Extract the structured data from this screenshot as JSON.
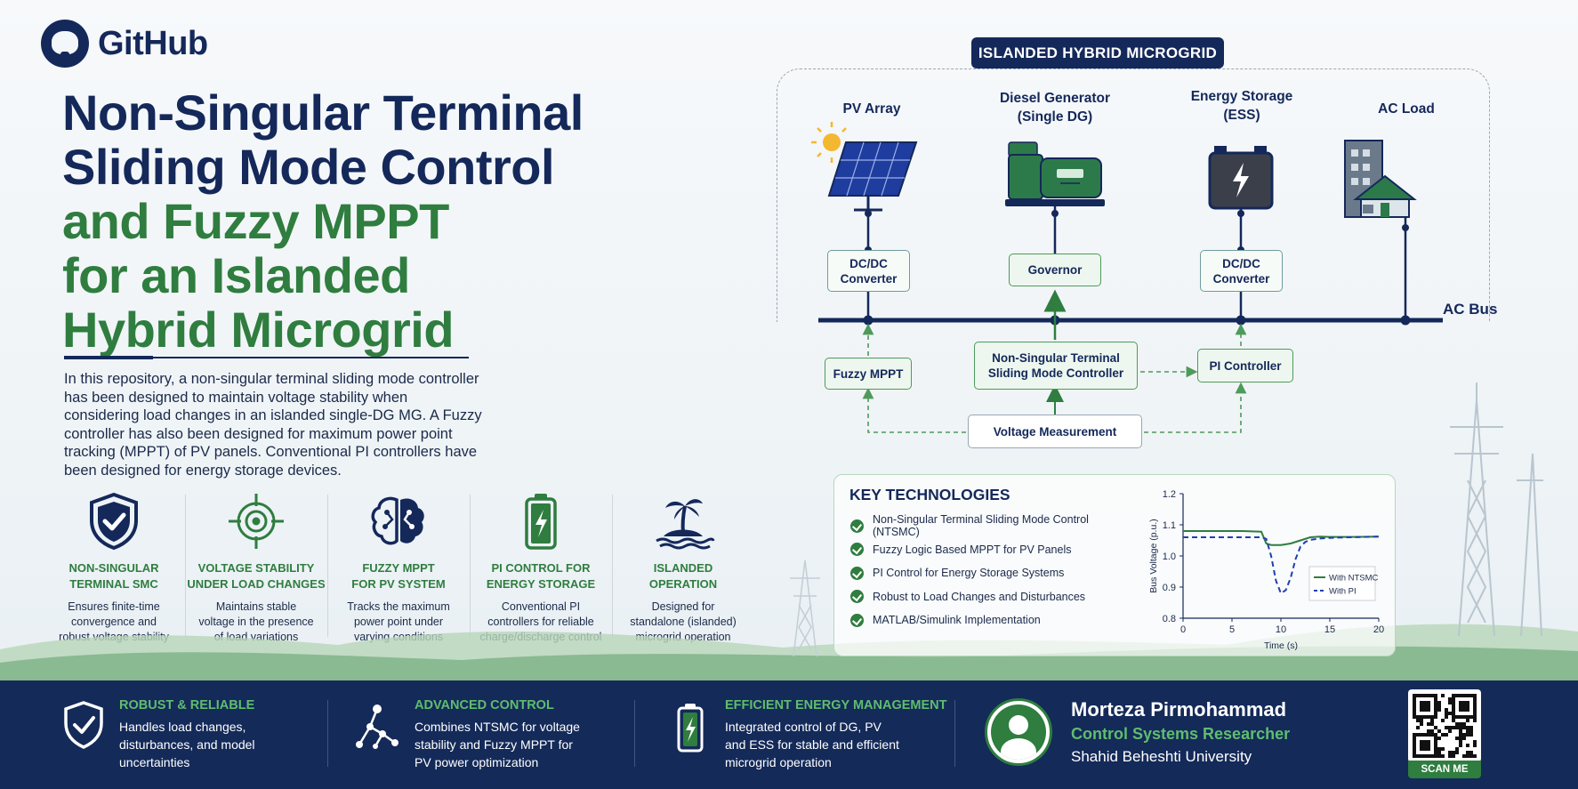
{
  "brand": {
    "name": "GitHub"
  },
  "title": {
    "line1": "Non-Singular Terminal",
    "line2": "Sliding Mode Control",
    "line3": "and Fuzzy MPPT",
    "line4": "for an Islanded",
    "line5": "Hybrid Microgrid"
  },
  "intro": "In this repository, a non-singular terminal sliding mode controller has been designed to maintain voltage stability when considering load changes in an islanded single-DG MG. A Fuzzy controller has also been designed for maximum power point tracking (MPPT) of PV panels. Conventional PI controllers have been designed for energy storage devices.",
  "features": [
    {
      "icon": "shield-check-icon",
      "title1": "NON-SINGULAR",
      "title2": "TERMINAL SMC",
      "desc1": "Ensures finite-time",
      "desc2": "convergence and",
      "desc3": "robust voltage stability"
    },
    {
      "icon": "target-icon",
      "title1": "VOLTAGE STABILITY",
      "title2": "UNDER LOAD CHANGES",
      "desc1": "Maintains stable",
      "desc2": "voltage in the presence",
      "desc3": "of load variations"
    },
    {
      "icon": "brain-icon",
      "title1": "FUZZY MPPT",
      "title2": "FOR PV SYSTEM",
      "desc1": "Tracks the maximum",
      "desc2": "power point under",
      "desc3": "varying conditions"
    },
    {
      "icon": "battery-icon",
      "title1": "PI CONTROL FOR",
      "title2": "ENERGY STORAGE",
      "desc1": "Conventional PI",
      "desc2": "controllers for reliable",
      "desc3": "charge/discharge control"
    },
    {
      "icon": "island-icon",
      "title1": "ISLANDED",
      "title2": "OPERATION",
      "desc1": "Designed for",
      "desc2": "standalone (islanded)",
      "desc3": "microgrid operation"
    }
  ],
  "diagram": {
    "title": "ISLANDED HYBRID MICROGRID",
    "pv_label": "PV Array",
    "dg_label1": "Diesel Generator",
    "dg_label2": "(Single DG)",
    "ess_label1": "Energy Storage",
    "ess_label2": "(ESS)",
    "load_label": "AC Load",
    "dcdc1_line1": "DC/DC",
    "dcdc1_line2": "Converter",
    "governor": "Governor",
    "dcdc2_line1": "DC/DC",
    "dcdc2_line2": "Converter",
    "ac_bus": "AC Bus",
    "fuzzy_mppt": "Fuzzy MPPT",
    "ntsmc_line1": "Non-Singular Terminal",
    "ntsmc_line2": "Sliding Mode Controller",
    "pi_controller": "PI Controller",
    "voltage_measurement": "Voltage Measurement",
    "colors": {
      "navy": "#14285a",
      "green": "#2f7d3f",
      "dash_green": "#4e9a5a"
    }
  },
  "key_technologies": {
    "title": "KEY TECHNOLOGIES",
    "items": [
      "Non-Singular Terminal Sliding Mode Control (NTSMC)",
      "Fuzzy Logic Based MPPT for PV Panels",
      "PI Control for Energy Storage Systems",
      "Robust to Load Changes and Disturbances",
      "MATLAB/Simulink Implementation"
    ]
  },
  "chart_data": {
    "type": "line",
    "title": "",
    "xlabel": "Time (s)",
    "ylabel": "Bus Voltage (p.u.)",
    "xlim": [
      0,
      20
    ],
    "ylim": [
      0.8,
      1.2
    ],
    "xticks": [
      0,
      5,
      10,
      15,
      20
    ],
    "yticks": [
      0.8,
      0.9,
      1.0,
      1.1,
      1.2
    ],
    "legend_position": "bottom-right",
    "series": [
      {
        "name": "With NTSMC",
        "style": "solid",
        "color": "#2f7d3f",
        "x": [
          0,
          2,
          4,
          6,
          8,
          8.5,
          9,
          10,
          11,
          12,
          13,
          14,
          15,
          17,
          20
        ],
        "y": [
          1.08,
          1.08,
          1.08,
          1.08,
          1.078,
          1.04,
          1.035,
          1.035,
          1.04,
          1.05,
          1.06,
          1.062,
          1.061,
          1.061,
          1.062
        ]
      },
      {
        "name": "With PI",
        "style": "dashed",
        "color": "#1f3fae",
        "x": [
          0,
          2,
          4,
          6,
          8,
          8.5,
          9,
          9.5,
          10,
          10.5,
          11,
          11.5,
          12,
          12.5,
          13,
          14,
          15,
          17,
          20
        ],
        "y": [
          1.06,
          1.06,
          1.06,
          1.06,
          1.06,
          1.055,
          1.0,
          0.92,
          0.88,
          0.89,
          0.93,
          0.99,
          1.03,
          1.045,
          1.052,
          1.056,
          1.058,
          1.06,
          1.062
        ]
      }
    ]
  },
  "footer": {
    "robust_title": "ROBUST & RELIABLE",
    "robust_desc1": "Handles load changes,",
    "robust_desc2": "disturbances, and model",
    "robust_desc3": "uncertainties",
    "advanced_title": "ADVANCED CONTROL",
    "advanced_desc1": "Combines NTSMC for voltage",
    "advanced_desc2": "stability and Fuzzy MPPT for",
    "advanced_desc3": "PV power optimization",
    "energy_title": "EFFICIENT ENERGY MANAGEMENT",
    "energy_desc1": "Integrated control of DG, PV",
    "energy_desc2": "and ESS for stable and efficient",
    "energy_desc3": "microgrid operation",
    "person_name": "Morteza Pirmohammad",
    "person_role": "Control Systems Researcher",
    "person_university": "Shahid Beheshti University",
    "scan_label": "SCAN ME"
  }
}
